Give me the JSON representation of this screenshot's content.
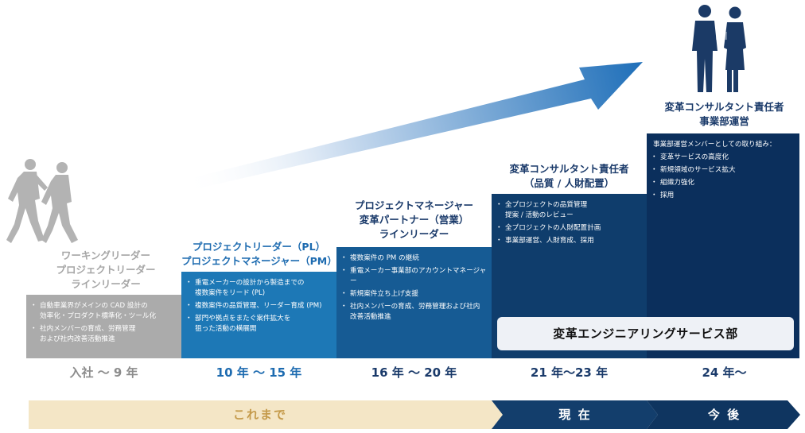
{
  "colors": {
    "gray_box": "#ababab",
    "blue_box": "#1d78b6",
    "mid_blue_box": "#165b94",
    "navy_box": "#0f3d6c",
    "dark_navy_box": "#0b2f5c",
    "title_gray": "#a6a6a6",
    "title_blue": "#1d6bb0",
    "title_dark": "#1a3a6a",
    "past_band": "#f4e6c6",
    "past_text": "#c49a4a",
    "present_band": "#133e6c",
    "future_band": "#0f3560"
  },
  "stages": [
    {
      "title_lines": [
        "ワーキングリーダー",
        "プロジェクトリーダー",
        "ラインリーダー"
      ],
      "items": [
        [
          "自動車業界がメインの CAD 設計の",
          "効率化・プロダクト標準化・ツール化"
        ],
        [
          "社内メンバーの育成、労務管理",
          "および社内改善活動推進"
        ]
      ],
      "year": "入社 〜 9 年"
    },
    {
      "title_lines": [
        "プロジェクトリーダー（PL）",
        "プロジェクトマネージャー（PM）"
      ],
      "items": [
        [
          "重電メーカーの設計から製造までの",
          "複数案件をリード (PL)"
        ],
        [
          "複数案件の品質管理、リーダー育成 (PM)"
        ],
        [
          "部門や拠点をまたぐ案件拡大を",
          "狙った活動の横展開"
        ]
      ],
      "year": "10 年 〜 15 年"
    },
    {
      "title_lines": [
        "プロジェクトマネージャー",
        "変革パートナー（営業）",
        "ラインリーダー"
      ],
      "items": [
        [
          "複数案件の PM の継続"
        ],
        [
          "重電メーカー事業部のアカウントマネージャー"
        ],
        [
          "新規案件立ち上げ支援"
        ],
        [
          "社内メンバーの育成、労務管理および社内",
          "改善活動推進"
        ]
      ],
      "year": "16 年 〜 20 年"
    },
    {
      "title_lines": [
        "変革コンサルタント責任者",
        "（品質 / 人財配置）"
      ],
      "items": [
        [
          "全プロジェクトの品質管理",
          "提案 / 活動のレビュー"
        ],
        [
          "全プロジェクトの人財配置計画"
        ],
        [
          "事業部運営、人財育成、採用"
        ]
      ],
      "year": "21 年〜23 年"
    },
    {
      "title_lines": [
        "変革コンサルタント責任者",
        "事業部運営"
      ],
      "intro": "事業部運営メンバーとしての取り組み：",
      "items": [
        [
          "変革サービスの高度化"
        ],
        [
          "新規領域のサービス拡大"
        ],
        [
          "組織力強化"
        ],
        [
          "採用"
        ]
      ],
      "year": "24 年〜"
    }
  ],
  "department_badge": "変革エンジニアリングサービス部",
  "phases": {
    "past": "これまで",
    "present": "現 在",
    "future": "今 後"
  },
  "icons": {
    "past_figures": "running-people-icon",
    "future_figures": "business-people-icon",
    "arrow": "growth-arrow-icon"
  }
}
